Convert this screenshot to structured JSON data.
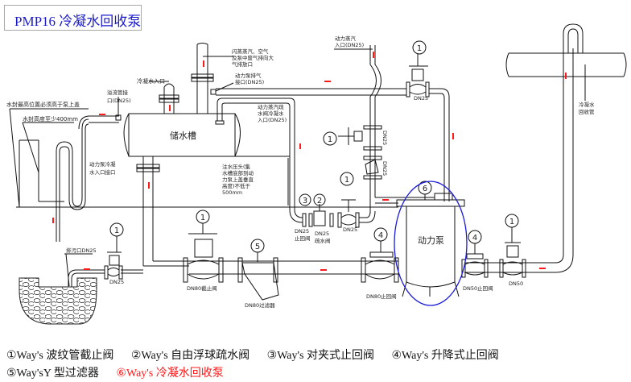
{
  "title": "PMP16 冷凝水回收泵",
  "tank_label": "储水槽",
  "pump_label": "动力泵",
  "annotations": {
    "water_seal_max": "水封最高位置必须高于泵上盖",
    "water_seal_height": "水封高度至少400mm",
    "condensate_inlet": "冷凝水入口",
    "overflow_port_1": "溢流管接",
    "overflow_port_2": "口(DN25)",
    "flash_vent_1": "闪蒸蒸汽、空气",
    "flash_vent_2": "及泵中废气排向大",
    "flash_vent_3": "气排放口",
    "pump_exhaust_1": "动力泵排气",
    "pump_exhaust_2": "接口(DN25)",
    "motive_steam_1": "动力蒸汽",
    "motive_steam_2": "入口(DN25)",
    "trap_cond_1": "动力蒸汽疏",
    "trap_cond_2": "水阀冷凝水",
    "trap_cond_3": "入口(DN25)",
    "pump_inlet_1": "动力泵冷凝",
    "pump_inlet_2": "水入口接口",
    "head_1": "注水压头(集",
    "head_2": "水槽底部到动",
    "head_3": "力泵上盖垂直",
    "head_4": "高度)不低于",
    "head_5": "500mm",
    "drain_port": "排污口DN25",
    "return_pipe_1": "冷凝水",
    "return_pipe_2": "回收管"
  },
  "sizes": {
    "dn25": "DN25",
    "dn50": "DN50",
    "dn80_globe": "DN80截止阀",
    "dn80_strainer": "DN80过滤器",
    "dn80_check": "DN80止回阀",
    "dn50_check": "DN50止回阀",
    "dn25_check_1": "DN25",
    "dn25_check_2": "止回阀",
    "dn25_trap_1": "DN25",
    "dn25_trap_2": "疏水阀"
  },
  "markers": {
    "m1": "1",
    "m2": "2",
    "m3": "3",
    "m4": "4",
    "m5": "5",
    "m6": "6"
  },
  "legend": {
    "row1": [
      "①Way's 波纹管截止阀",
      "②Way's 自由浮球疏水阀",
      "③Way's 对夹式止回阀",
      "④Way's 升降式止回阀"
    ],
    "row2": [
      "⑤Way'sY 型过滤器",
      "⑥Way's 冷凝水回收泵"
    ]
  },
  "colors": {
    "title": "#1a1acd",
    "flow_arrow": "#ff1a1a",
    "highlight_ellipse": "#1a1ad8",
    "line": "#111111"
  }
}
